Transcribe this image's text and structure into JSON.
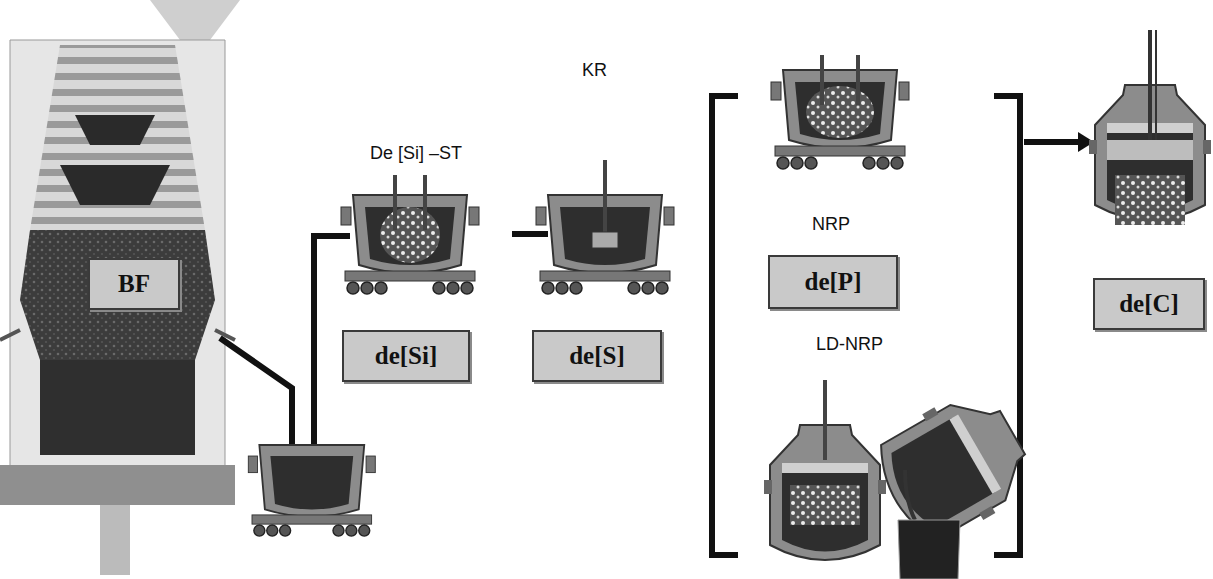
{
  "diagram": {
    "nodes": [
      {
        "text": [
          "BF"
        ]
      },
      {
        "text": [
          "de[Si]"
        ]
      },
      {
        "text": [
          "de[S]"
        ]
      },
      {
        "text": [
          "de[P]"
        ]
      },
      {
        "text": [
          "de[C]"
        ]
      }
    ],
    "labels": [
      "De [Si] –ST",
      "KR",
      "NRP",
      "LD-NRP"
    ]
  }
}
